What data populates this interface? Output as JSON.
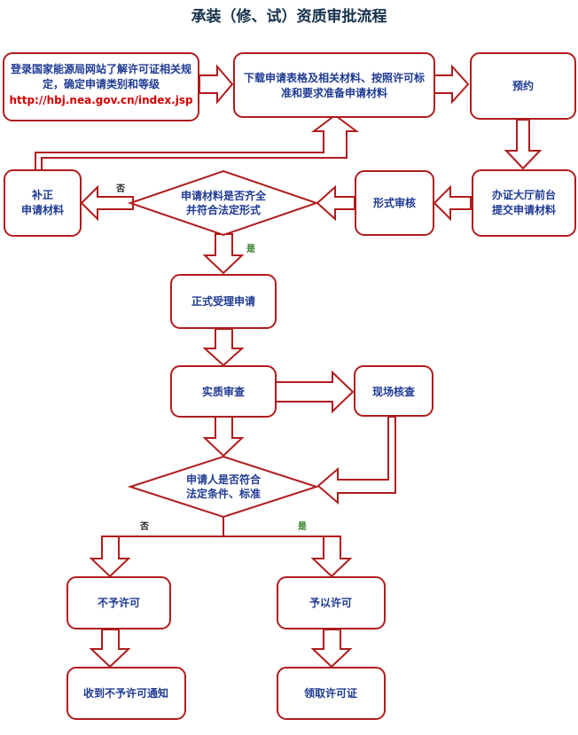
{
  "title": "承装（修、试）资质审批流程",
  "nodes": {
    "login_line1": "登录国家能源局网站了解许可证相关规",
    "login_line2": "定，确定申请类别和等级",
    "login_url": "http://hbj.nea.gov.cn/index.jsp",
    "download_line1": "下载申请表格及相关材料、按照许可标",
    "download_line2": "准和要求准备申请材料",
    "appointment": "预约",
    "submit_line1": "办证大厅前台",
    "submit_line2": "提交申请材料",
    "formal_review": "形式审核",
    "check_line1": "申请材料是否齐全",
    "check_line2": "并符合法定形式",
    "supplement_line1": "补正",
    "supplement_line2": "申请材料",
    "accept": "正式受理申请",
    "substantive": "实质审查",
    "site_check": "现场核查",
    "meets_line1": "申请人是否符合",
    "meets_line2": "法定条件、标准",
    "deny": "不予许可",
    "grant": "予以许可",
    "deny_notice": "收到不予许可通知",
    "get_license": "领取许可证"
  },
  "branch_labels": {
    "no_1": "否",
    "yes_1": "是",
    "no_2": "否",
    "yes_2": "是"
  },
  "colors": {
    "border": "#b01c1c",
    "text": "#1f3a93",
    "url": "#d40000",
    "yes": "#2e7d1f"
  }
}
